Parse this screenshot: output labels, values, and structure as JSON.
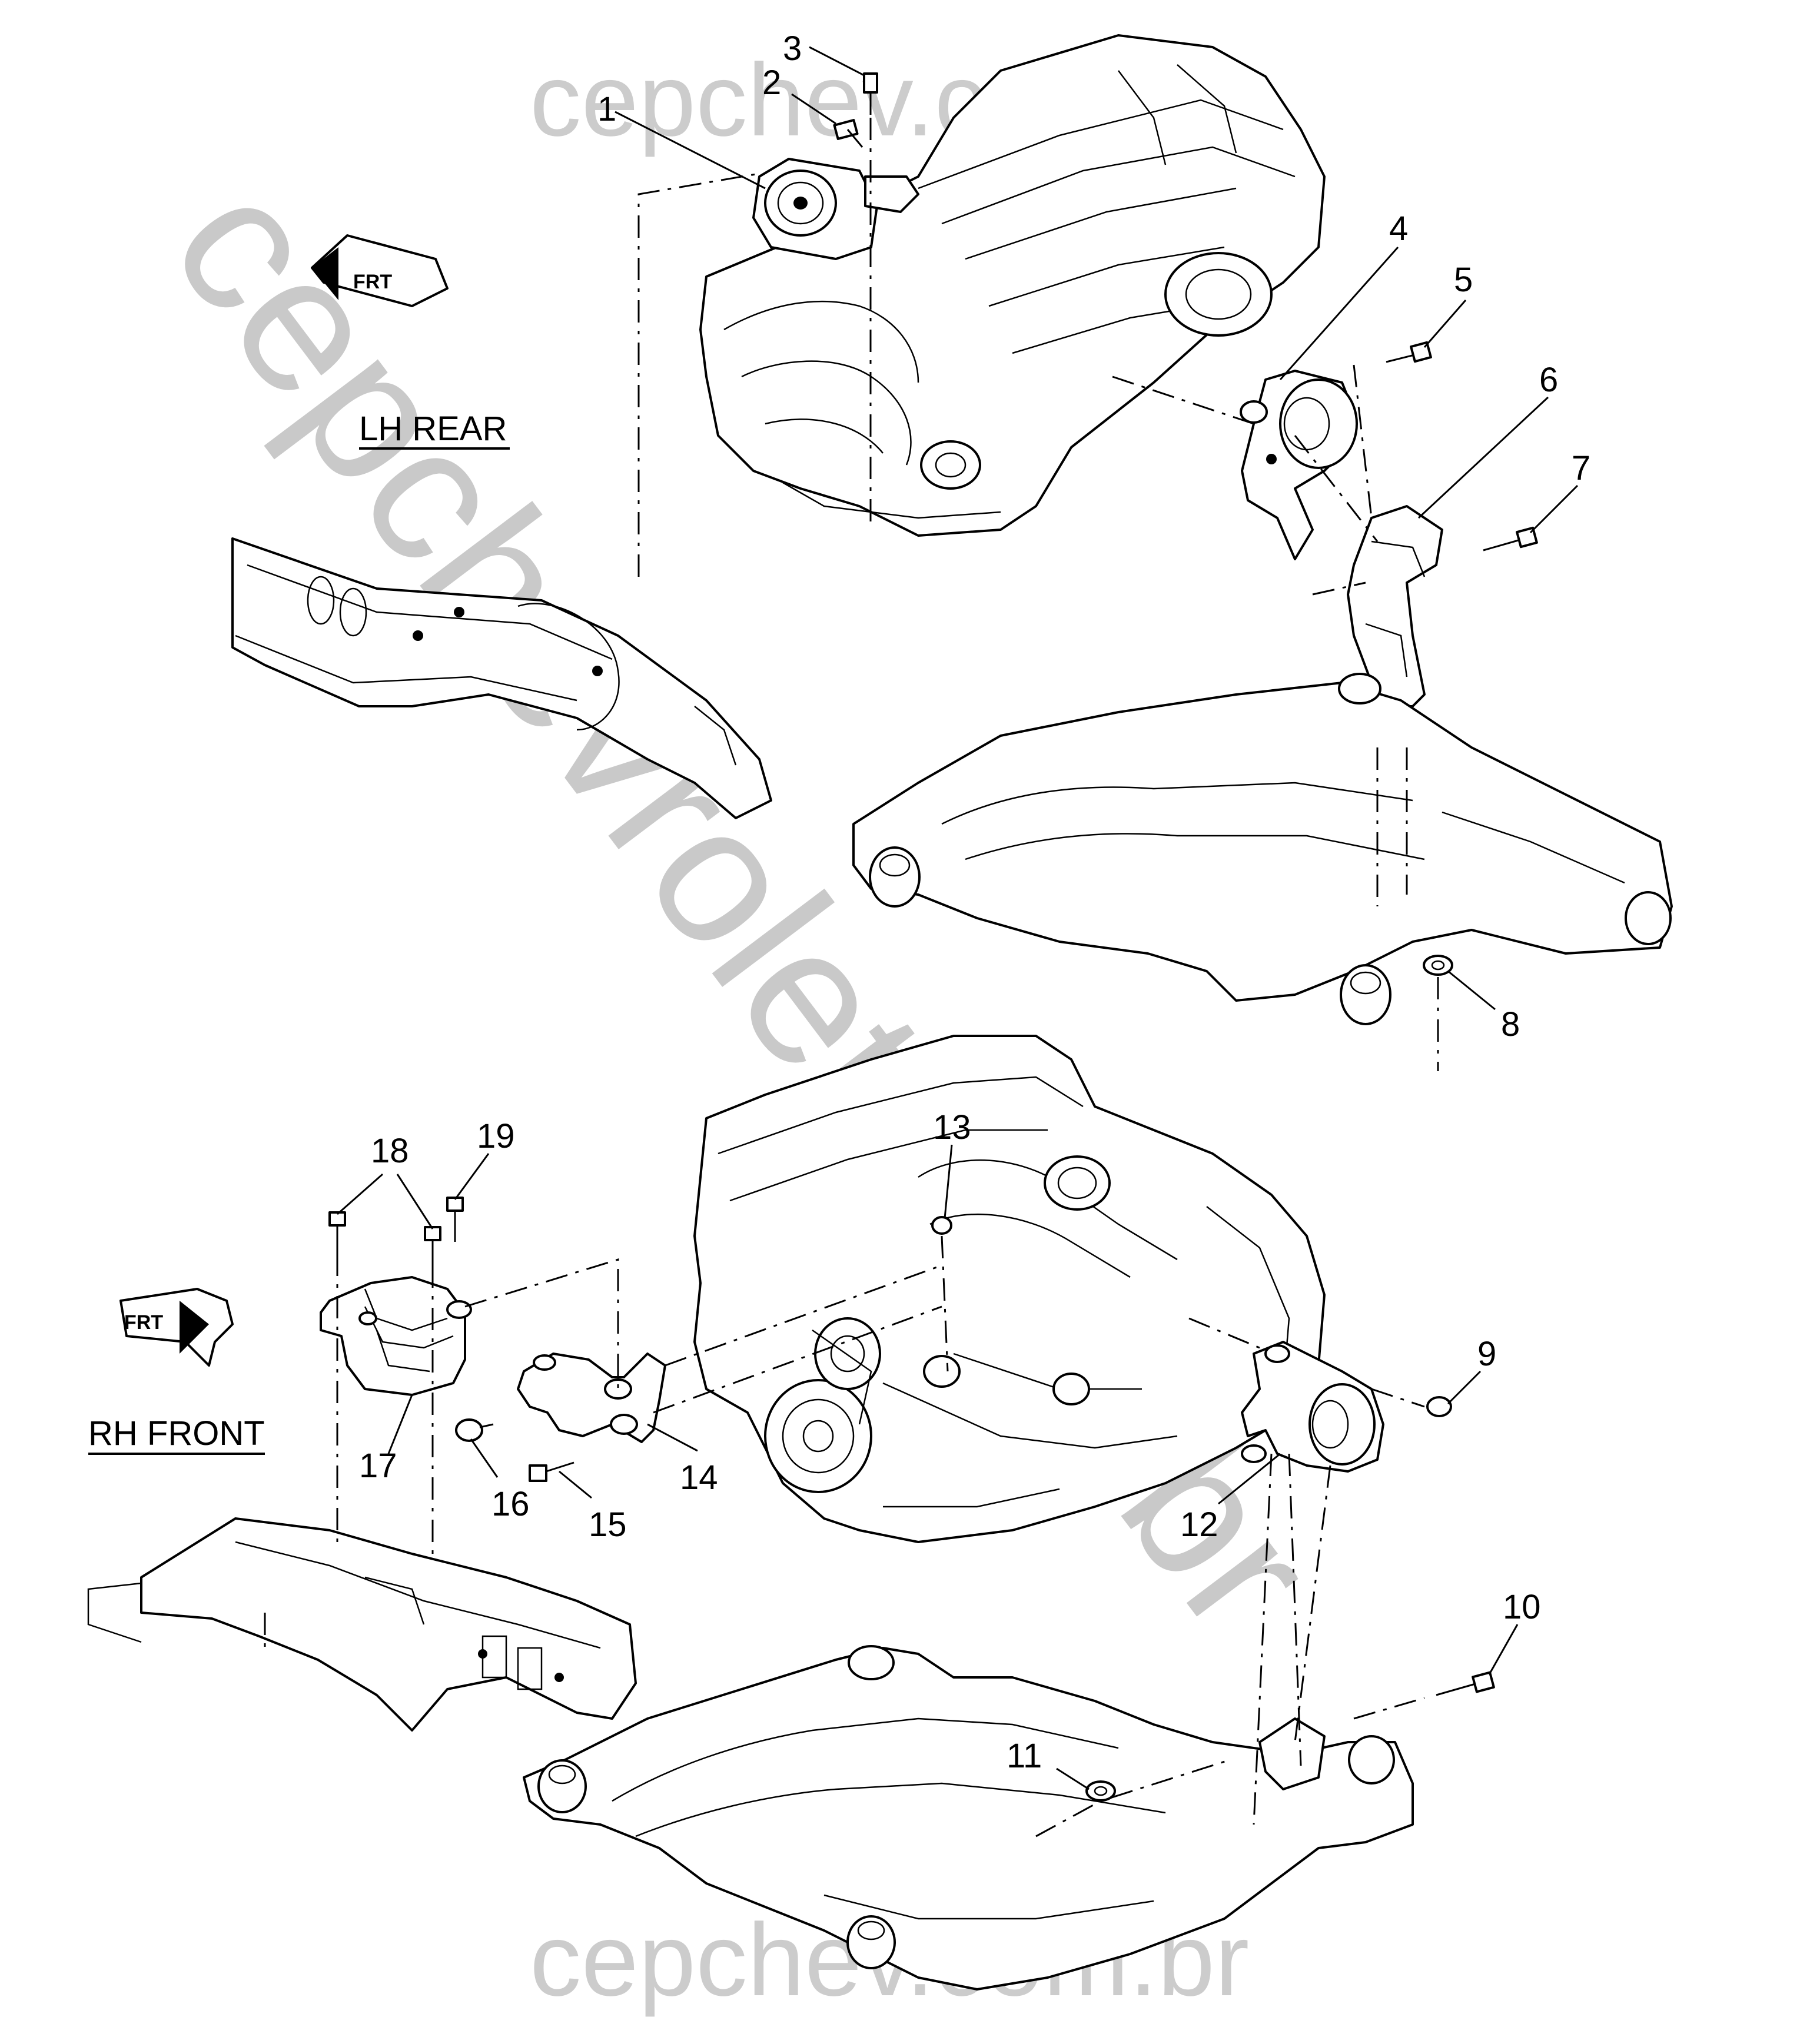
{
  "views": {
    "lh_rear": {
      "label": "LH REAR"
    },
    "rh_front": {
      "label": "RH FRONT"
    }
  },
  "frt_indicator": {
    "text": "FRT"
  },
  "callouts": [
    "1",
    "2",
    "3",
    "4",
    "5",
    "6",
    "7",
    "8",
    "9",
    "10",
    "11",
    "12",
    "13",
    "14",
    "15",
    "16",
    "17",
    "18",
    "19"
  ],
  "watermark": {
    "diagonal": "cepchevrolet.com.br",
    "top": "cepchev.com.br",
    "bottom": "cepchev.com.br"
  },
  "colors": {
    "line": "#000000",
    "watermark": "#b8b8b8",
    "background": "#ffffff"
  }
}
